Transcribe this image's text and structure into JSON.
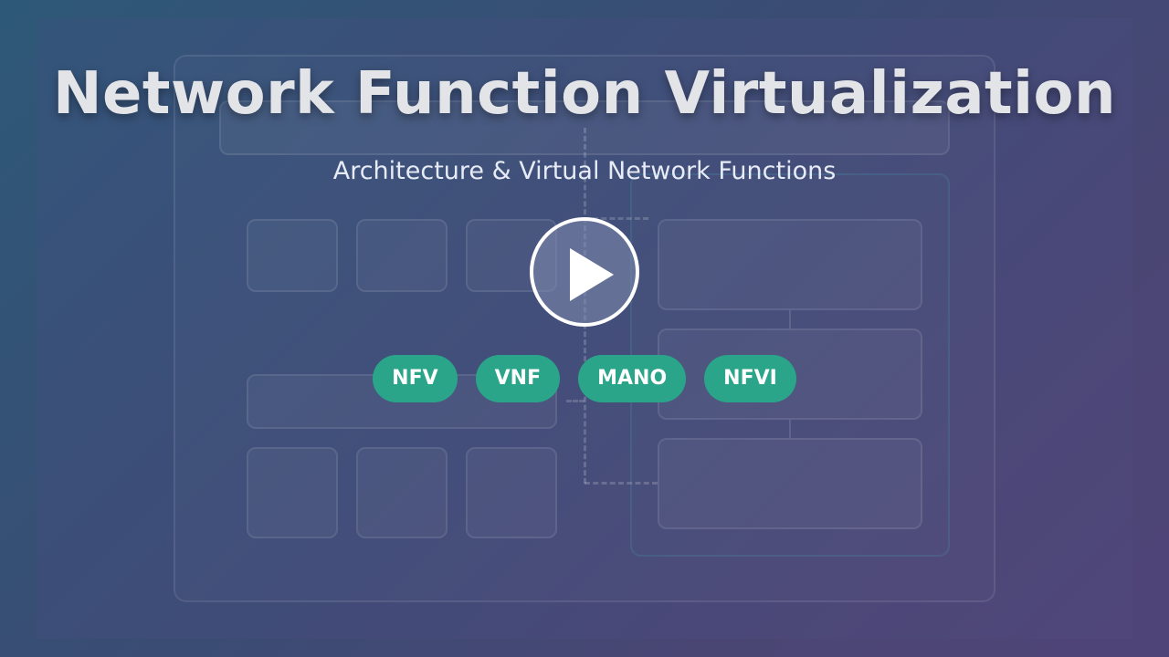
{
  "thumbnail": {
    "title": "Network Function Virtualization",
    "subtitle": "Architecture & Virtual Network Functions",
    "play_button_label": "",
    "tags": [
      {
        "label": "NFV"
      },
      {
        "label": "VNF"
      },
      {
        "label": "MANO"
      },
      {
        "label": "NFVI"
      }
    ]
  },
  "colors": {
    "background_start": "#2e5878",
    "background_end": "#4f4478",
    "tag_background": "#2aa58a",
    "title_text": "#e2e4e8",
    "subtitle_text": "#e6ebf5",
    "play_button_ring": "#ffffff"
  },
  "icons": {
    "play": "play-icon"
  }
}
